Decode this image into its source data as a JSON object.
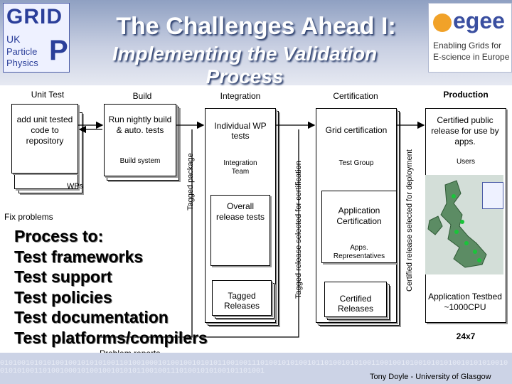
{
  "header": {
    "title": "The Challenges Ahead I:",
    "subtitle": "Implementing the Validation Process"
  },
  "logos": {
    "grid": {
      "l1": "GRID",
      "l2": "UK",
      "l3": "Particle",
      "l4": "Physics"
    },
    "egee": {
      "mark": "egee",
      "tag1": "Enabling Grids for",
      "tag2": "E-science in Europe"
    }
  },
  "columns": {
    "unit_test": "Unit Test",
    "build": "Build",
    "integration": "Integration",
    "certification": "Certification",
    "production": "Production"
  },
  "unit_test": {
    "add_unit": "add unit tested code to repository",
    "wps": "WPs",
    "fix_problems": "Fix problems"
  },
  "build": {
    "nightly": "Run nightly build & auto. tests",
    "system": "Build system",
    "tagged_package": "Tagged package"
  },
  "integration": {
    "individual": "Individual WP tests",
    "team": "Integration Team",
    "overall": "Overall release tests",
    "tagged_releases": "Tagged Releases",
    "selected_for_cert": "Tagged release selected for certification"
  },
  "certification": {
    "grid_cert": "Grid certification",
    "test_group": "Test Group",
    "app_cert": "Application Certification",
    "apps_reps": "Apps. Representatives",
    "certified_releases": "Certified Releases",
    "selected_for_deploy": "Certified release selected for deployment"
  },
  "production": {
    "public_release": "Certified public release for use by apps.",
    "users": "Users",
    "testbed": "Application Testbed ~1000CPU",
    "availability": "24x7"
  },
  "process": {
    "lines": [
      "Process to:",
      "Test frameworks",
      "Test support",
      "Test policies",
      "Test documentation",
      "Test platforms/compilers"
    ]
  },
  "footer": {
    "problem_reports": "Problem reports",
    "credit": "Tony Doyle - University of Glasgow"
  }
}
